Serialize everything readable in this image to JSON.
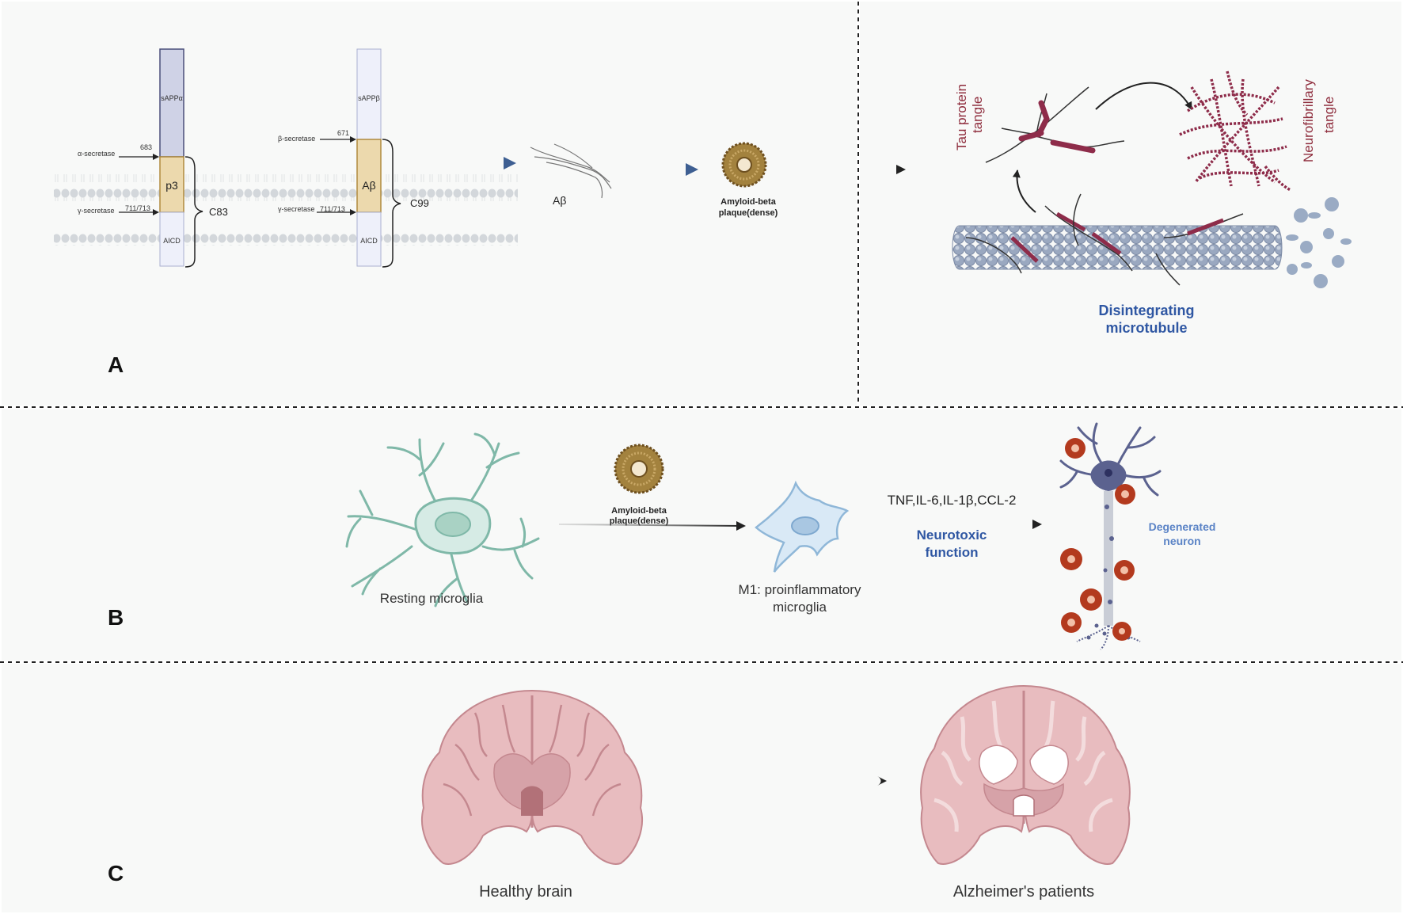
{
  "panels": {
    "a": {
      "letter": "A",
      "sappa": "sAPPα",
      "sappb": "sAPPβ",
      "p3": "p3",
      "abeta_box": "Aβ",
      "aicd": "AICD",
      "alpha_sec": "α-secretase",
      "beta_sec": "β-secretase",
      "gamma_sec": "γ-secretase",
      "n683": "683",
      "n671": "671",
      "n711": "711/713",
      "c83": "C83",
      "c99": "C99",
      "abeta_label": "Aβ",
      "plaque_1": "Amyloid-beta",
      "plaque_2": "plaque(dense)",
      "tau_1": "Tau protein",
      "tau_2": "tangle",
      "nft_1": "Neurofibrillary",
      "nft_2": "tangle",
      "micro_1": "Disintegrating",
      "micro_2": "microtubule"
    },
    "b": {
      "letter": "B",
      "resting": "Resting microglia",
      "plaque_1": "Amyloid-beta",
      "plaque_2": "plaque(dense)",
      "m1_1": "M1: proinflammatory",
      "m1_2": "microglia",
      "cytokines": "TNF,IL-6,IL-1β,CCL-2",
      "neurotox_1": "Neurotoxic",
      "neurotox_2": "function",
      "degen_1": "Degenerated",
      "degen_2": "neuron"
    },
    "c": {
      "letter": "C",
      "healthy": "Healthy brain",
      "alz": "Alzheimer's patients"
    }
  },
  "colors": {
    "panel_bg": "#f8f9f8",
    "sapp_a": "#cfd2e6",
    "sapp_b": "#eef0fa",
    "fragment": "#ecd9ad",
    "membrane": "#d3d7db",
    "tau": "#8e2c4a",
    "tau_text": "#8e2c3c",
    "blue_text": "#2f57a3",
    "light_blue_text": "#5a83c6",
    "arrow_blue": "#3e5f92",
    "microtubule": "#8d9db8",
    "microglia_rest": "#d6ebe5",
    "microglia_m1": "#d9e9f6",
    "neuron": "#5b628f",
    "plaque": "#9c7a36",
    "brain": "#e8bcbf",
    "brain_dark": "#c4888f"
  }
}
